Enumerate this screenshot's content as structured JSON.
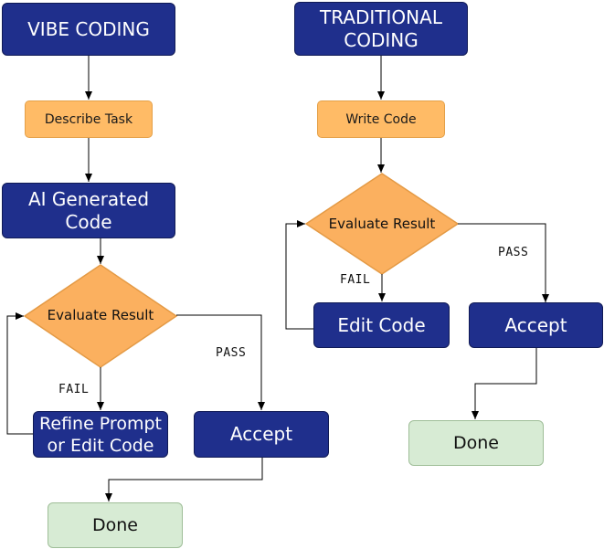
{
  "vibe": {
    "title": "VIBE CODING",
    "describe": "Describe Task",
    "ai_line1": "AI Generated",
    "ai_line2": "Code",
    "evaluate": "Evaluate Result",
    "fail": "FAIL",
    "pass": "PASS",
    "refine_line1": "Refine Prompt",
    "refine_line2": "or Edit Code",
    "accept": "Accept",
    "done": "Done"
  },
  "traditional": {
    "title_line1": "TRADITIONAL",
    "title_line2": "CODING",
    "write": "Write Code",
    "evaluate": "Evaluate Result",
    "fail": "FAIL",
    "pass": "PASS",
    "edit": "Edit Code",
    "accept": "Accept",
    "done": "Done"
  },
  "colors": {
    "dark_box": "#1f2f8c",
    "orange_box": "#ffbb66",
    "diamond": "#fbb05f",
    "done_box": "#d7ebd4",
    "connector": "#000000"
  }
}
